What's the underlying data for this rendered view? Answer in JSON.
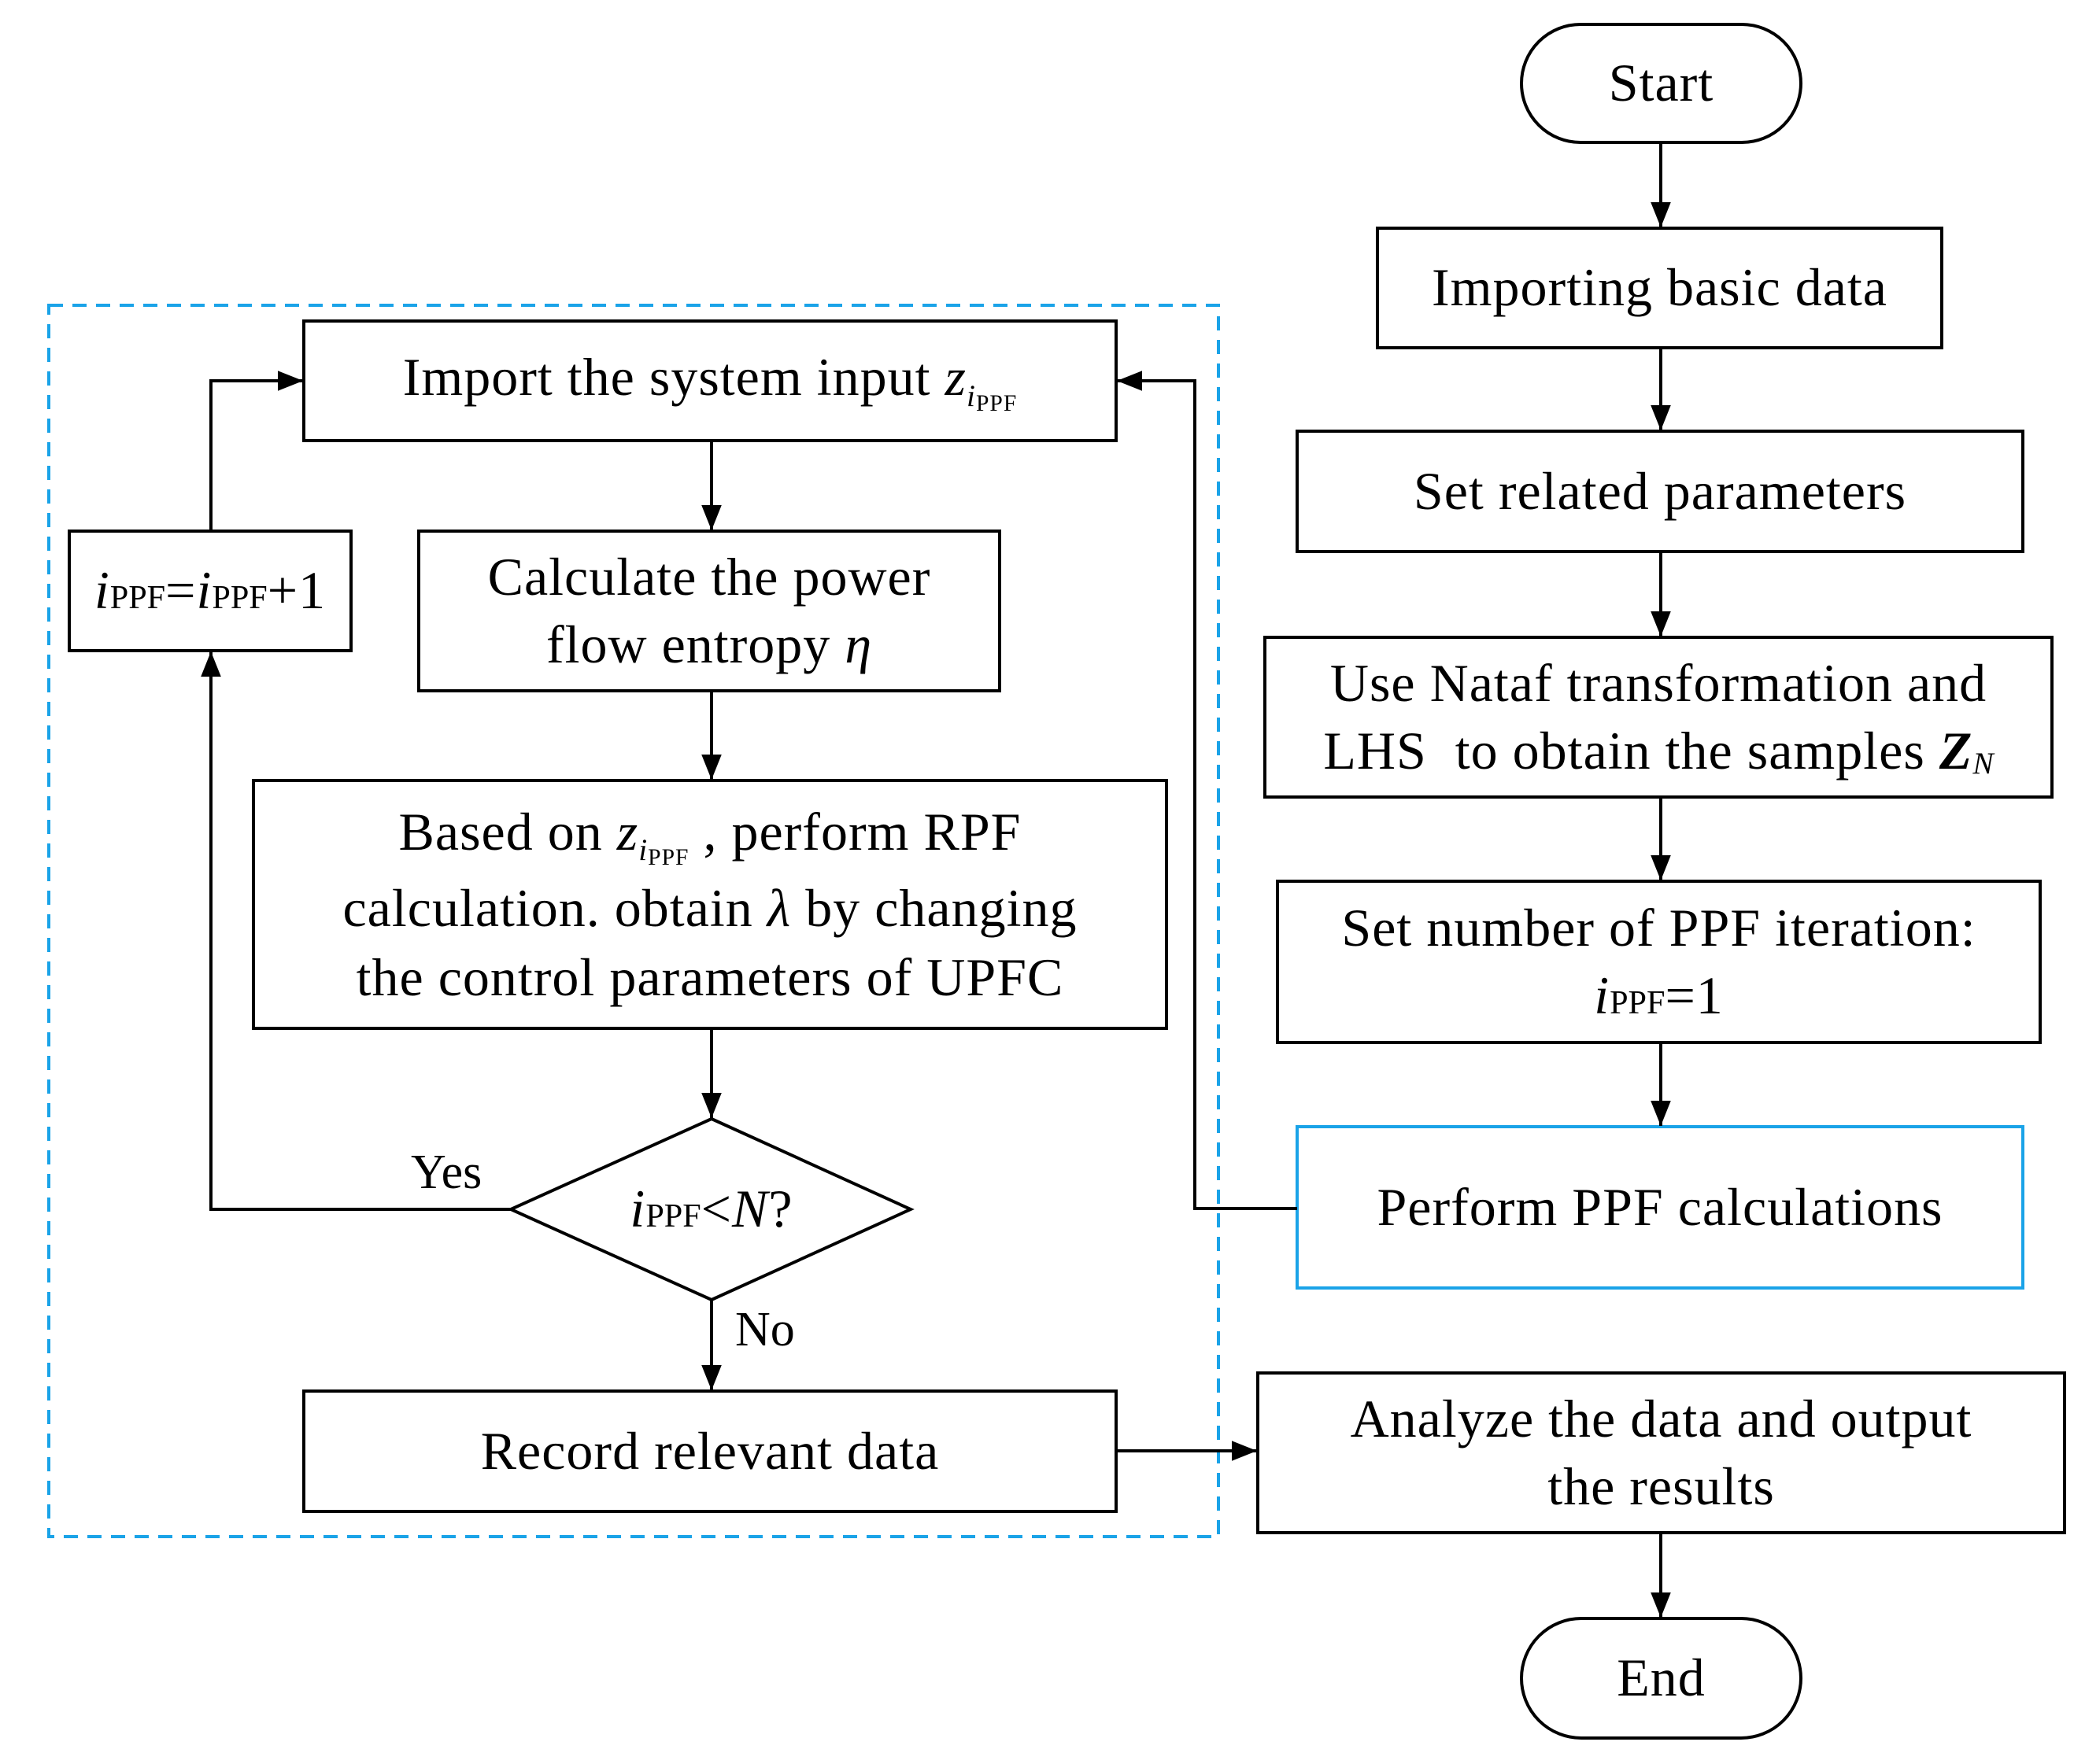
{
  "colors": {
    "stroke": "#000000",
    "highlight": "#1aa3e8",
    "dashed_group": "#1aa3e8",
    "background": "#ffffff"
  },
  "right_flow": {
    "start": "Start",
    "import_basic": "Importing basic data",
    "set_params": "Set related parameters",
    "nataf_line1": "Use Nataf transformation and",
    "nataf_line2_text": "LHS  to obtain the samples ",
    "nataf_Z": "Z",
    "nataf_N": "N",
    "iter_line1": "Set number of PPF iteration:",
    "iter_i": "i",
    "iter_PPF": "PPF",
    "iter_eq": "=1",
    "perform_ppf": "Perform PPF calculations",
    "analyze_line1": "Analyze the data and output",
    "analyze_line2": "the results",
    "end": "End"
  },
  "loop": {
    "import_input_text": "Import the system input ",
    "z": "z",
    "i": "i",
    "PPF": "PPF",
    "calc_line1": "Calculate the power",
    "calc_line2_text": "flow entropy ",
    "eta": "η",
    "rpf_line1_a": "Based on ",
    "rpf_line1_b": " , perform RPF",
    "rpf_line2_a": "calculation. obtain ",
    "lambda": "λ",
    "rpf_line2_b": " by changing",
    "rpf_line3": "the control parameters of UPFC",
    "incr_eq": "=",
    "incr_plus": "+1",
    "decision_cmp": "<",
    "decision_N": "N",
    "decision_q": "?",
    "yes": "Yes",
    "no": "No",
    "record": "Record relevant data"
  }
}
